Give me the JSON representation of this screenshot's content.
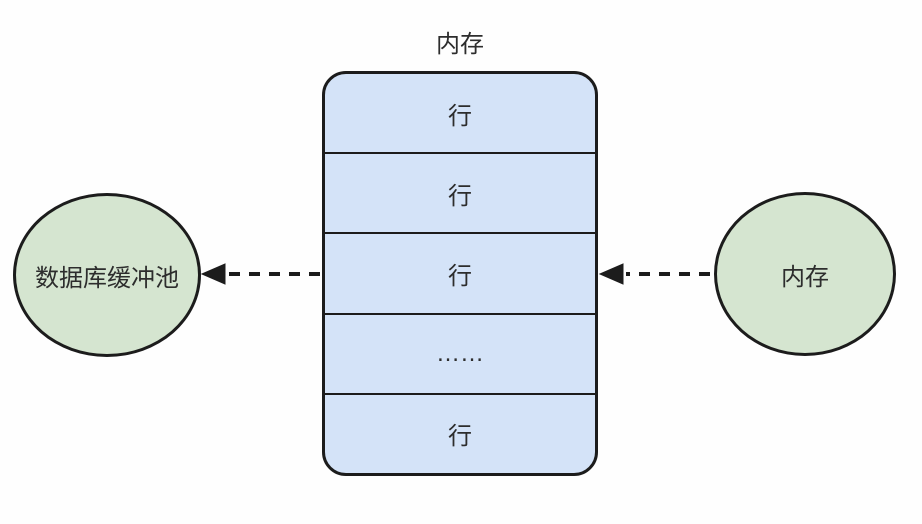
{
  "title": "内存",
  "memory_block": {
    "rows": [
      "行",
      "行",
      "行",
      "……",
      "行"
    ]
  },
  "left_node": {
    "label": "数据库缓冲池"
  },
  "right_node": {
    "label": "内存"
  },
  "arrows": [
    {
      "name": "memory-table-to-buffer-pool",
      "direction": "left"
    },
    {
      "name": "memory-node-to-memory-table",
      "direction": "left"
    }
  ],
  "colors": {
    "row-fill": "#d4e3f8",
    "node-fill": "#d5e5d0",
    "stroke": "#1c1c1c",
    "text": "#2d2d2d",
    "bg": "#fefefe"
  }
}
